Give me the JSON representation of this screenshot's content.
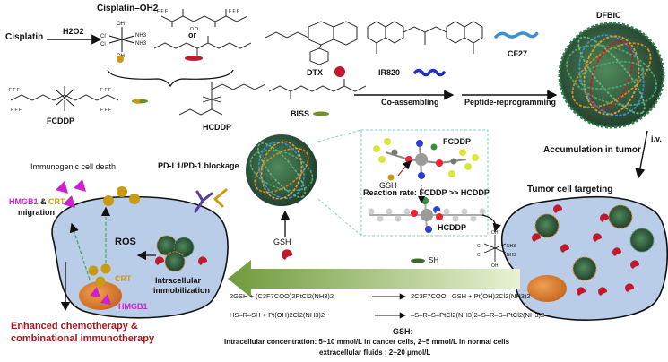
{
  "reagents": {
    "cisplatin": "Cisplatin",
    "h2o2": "H2O2",
    "cisplatin_oh2": "Cisplatin–OH2",
    "or": "or",
    "fcddp": "FCDDP",
    "hcddp": "HCDDP",
    "dtx": "DTX",
    "ir820": "IR820",
    "biss": "BISS",
    "cf27": "CF27",
    "dfbic": "DFBIC"
  },
  "steps": {
    "co_assembling": "Co-assembling",
    "peptide_reprogramming": "Peptide-reprogramming",
    "iv": "i.v.",
    "accumulation": "Accumulation in tumor",
    "tumor_targeting": "Tumor cell targeting"
  },
  "reaction_panel": {
    "fcddp": "FCDDP",
    "gsh": "GSH",
    "rate": "Reaction rate: FCDDP >> HCDDP",
    "hcddp": "HCDDP",
    "gsh_bottom": "GSH",
    "sh": "SH"
  },
  "cell": {
    "icd": "Immunogenic cell death",
    "pdl1": "PD-L1/PD-1 blockage",
    "hmgb1_top": "HMGB1",
    "and": "&",
    "crt_top": "CRT",
    "migration": "migration",
    "ros": "ROS",
    "intracellular": "Intracellular",
    "immobilization": "immobilization",
    "crt": "CRT",
    "hmgb1": "HMGB1",
    "outcome_line1": "Enhanced chemotherapy &",
    "outcome_line2": "combinational immunotherapy"
  },
  "equations": {
    "eq1_left": "2GSH + (C3F7COO)2PtCl2(NH3)2",
    "eq1_right": "2C3F7COO– GSH + Pt(OH)2Cl2(NH3)2",
    "eq2_left": "HS–R–SH + Pt(OH)2Cl2(NH3)2",
    "eq2_right": "–S–R–S–PtCl2(NH3)2–S–R–S–PtCl2(NH3)2–"
  },
  "gsh_info": {
    "title": "GSH:",
    "line1": "Intracellular concentration: 5~10 mmol/L in cancer cells, 2~5 mmol/L in normal cells",
    "line2": "extracellular fluids : 2~20 μmol/L"
  },
  "colors": {
    "cell_fill": "#b9cde9",
    "cell_stroke": "#111111",
    "panel_border": "#7fd6c4",
    "gsh_red": "#c0192b",
    "hmgb1_magenta": "#cc22cc",
    "crt_gold": "#c99a12",
    "nucleus": "#d9782a",
    "outcome_red": "#a3141c",
    "green_arrow": "#7ea84a",
    "fluorine": "#dbe63a"
  }
}
